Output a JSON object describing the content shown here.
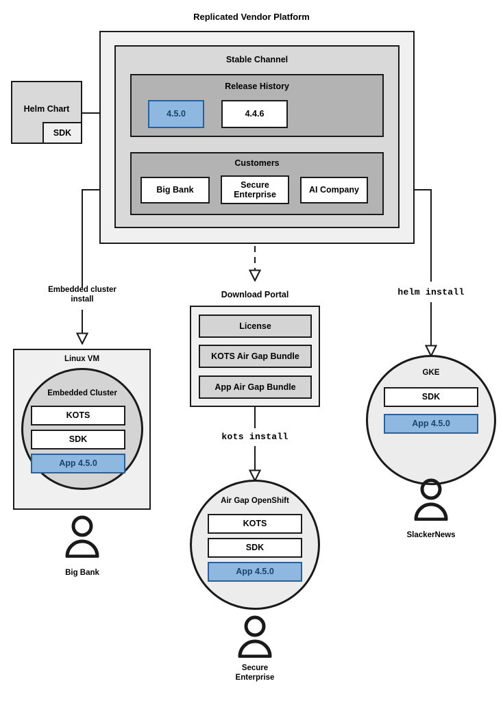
{
  "diagram": {
    "title": "Replicated Vendor Platform",
    "platform": {
      "channel_title": "Stable Channel",
      "release_history": {
        "title": "Release History",
        "releases": [
          {
            "version": "4.5.0",
            "highlighted": true
          },
          {
            "version": "4.4.6",
            "highlighted": false
          }
        ]
      },
      "customers": {
        "title": "Customers",
        "items": [
          "Big Bank",
          "Secure\nEnterprise",
          "AI Company"
        ]
      }
    },
    "source": {
      "main_label": "Helm Chart",
      "sub_label": "SDK"
    },
    "edges": [
      {
        "label": "Embedded cluster\ninstall",
        "style": "solid",
        "mono": false
      },
      {
        "label": "helm install",
        "style": "solid",
        "mono": true
      },
      {
        "label": "kots install",
        "style": "solid",
        "mono": true
      }
    ],
    "download_portal": {
      "title": "Download Portal",
      "items": [
        "License",
        "KOTS Air Gap Bundle",
        "App Air Gap Bundle"
      ]
    },
    "targets": [
      {
        "outer_label": "Linux VM",
        "inner_label": "Embedded Cluster",
        "components": [
          {
            "label": "KOTS",
            "highlighted": false
          },
          {
            "label": "SDK",
            "highlighted": false
          },
          {
            "label": "App 4.5.0",
            "highlighted": true
          }
        ],
        "customer": "Big Bank"
      },
      {
        "outer_label": "Air Gap OpenShift",
        "inner_label": "",
        "components": [
          {
            "label": "KOTS",
            "highlighted": false
          },
          {
            "label": "SDK",
            "highlighted": false
          },
          {
            "label": "App 4.5.0",
            "highlighted": true
          }
        ],
        "customer": "Secure\nEnterprise"
      },
      {
        "outer_label": "GKE",
        "inner_label": "",
        "components": [
          {
            "label": "SDK",
            "highlighted": false
          },
          {
            "label": "App 4.5.0",
            "highlighted": true
          }
        ],
        "customer": "SlackerNews"
      }
    ],
    "colors": {
      "accent_blue_fill": "#8eb8e0",
      "accent_blue_border": "#2a6099",
      "accent_blue_text": "#19436e",
      "stroke": "#1a1a1a",
      "outer_fill": "#f0f0f0",
      "mid_fill": "#d9d9d9",
      "inner_fill": "#b3b3b3",
      "item_fill": "#d4d4d4"
    }
  }
}
